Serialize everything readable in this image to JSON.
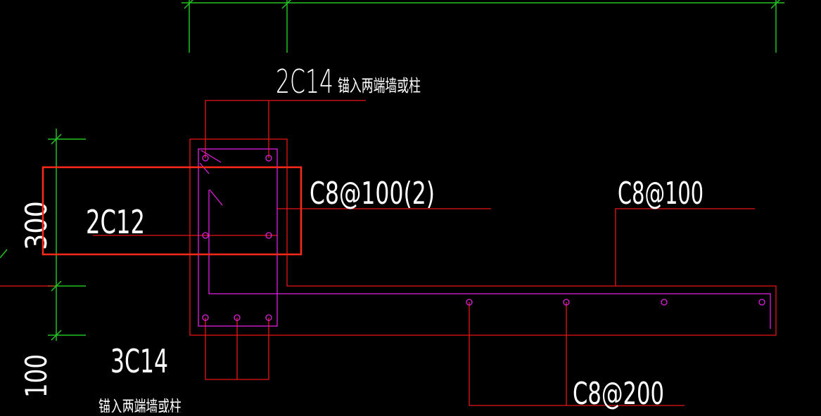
{
  "annotations": {
    "top_bar": "2C14",
    "top_bar_note": "锚入两端墙或柱",
    "stirrup_beam": "C8@100(2)",
    "slab_top": "C8@100",
    "side_bar": "2C12",
    "bottom_bar": "3C14",
    "bottom_bar_note": "锚入两端墙或柱",
    "slab_bottom": "C8@200"
  },
  "dimensions": {
    "dim_300": "300",
    "dim_100": "100"
  },
  "colors": {
    "background": "#000000",
    "dimension_green": "#22c322",
    "concrete_red": "#e81515",
    "rebar_magenta": "#e020e0",
    "text_white": "#ffffff",
    "highlight_red": "#ff2a1a"
  }
}
